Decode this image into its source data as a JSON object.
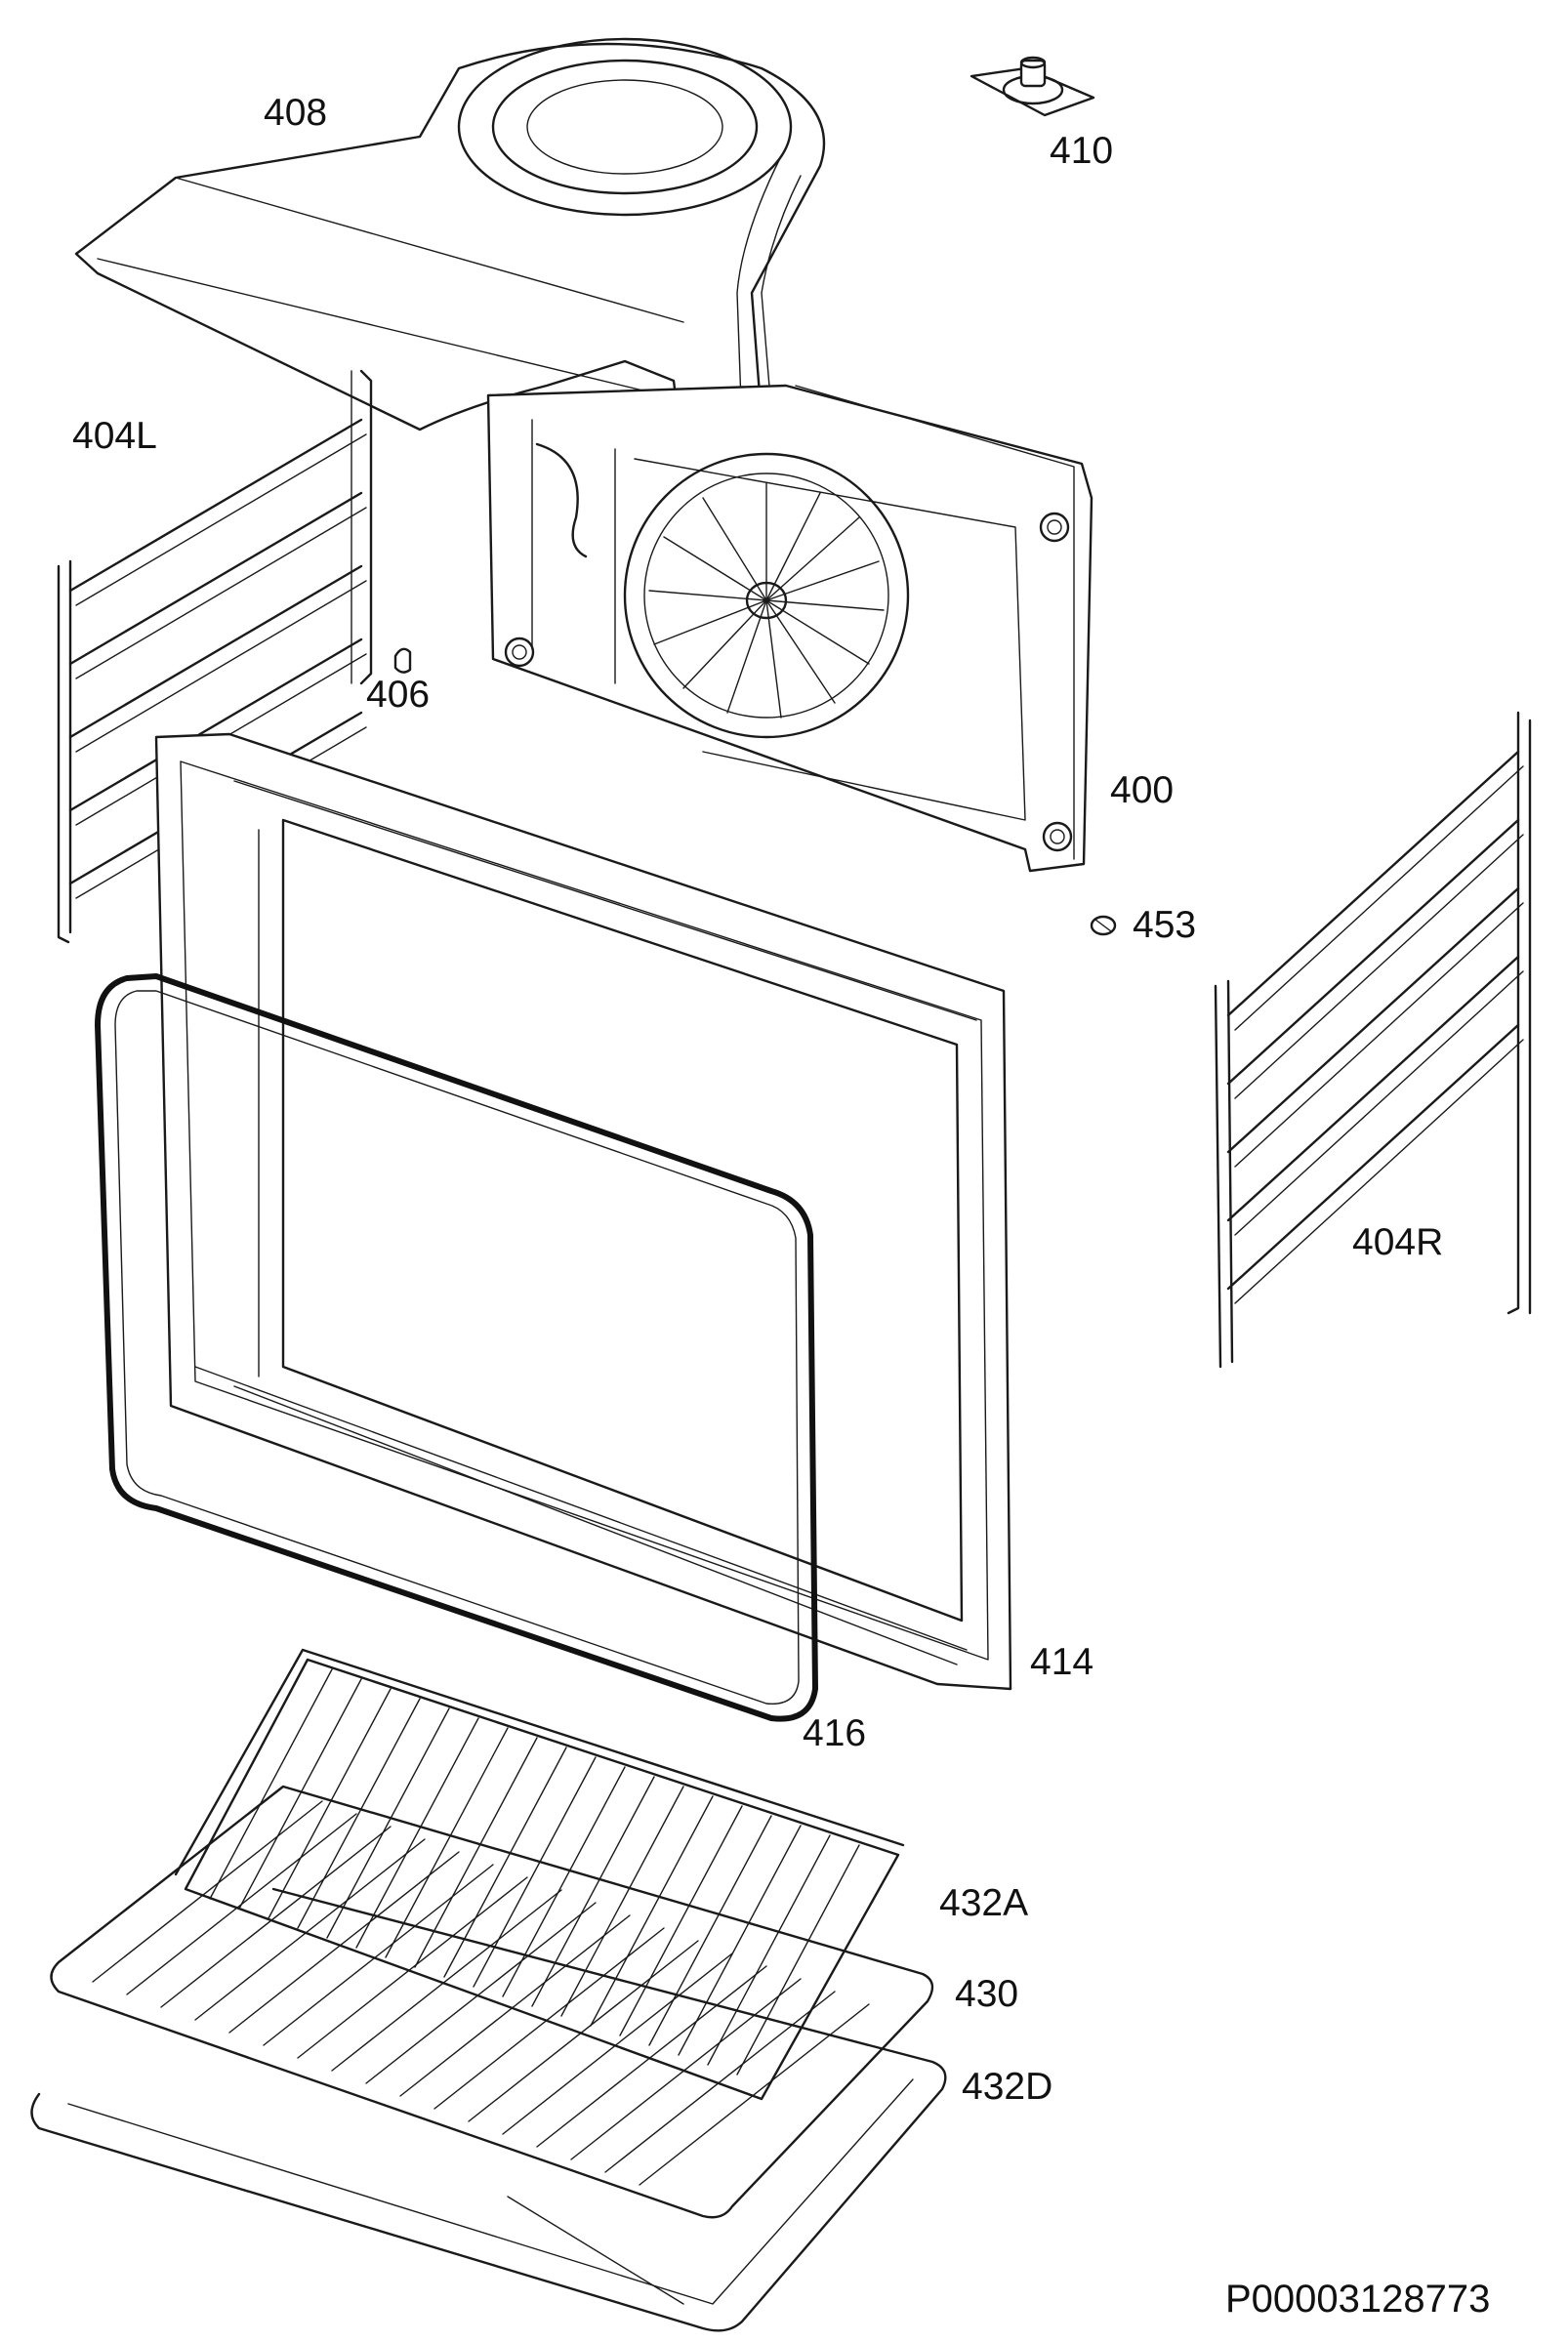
{
  "parts": [
    {
      "id": "408",
      "label": "408",
      "name": "fan-cover-shroud"
    },
    {
      "id": "410",
      "label": "410",
      "name": "lamp-holder"
    },
    {
      "id": "404L",
      "label": "404L",
      "name": "left-shelf-support"
    },
    {
      "id": "406",
      "label": "406",
      "name": "clip"
    },
    {
      "id": "400",
      "label": "400",
      "name": "back-panel-fan-cover"
    },
    {
      "id": "453",
      "label": "453",
      "name": "screw"
    },
    {
      "id": "404R",
      "label": "404R",
      "name": "right-shelf-support"
    },
    {
      "id": "414",
      "label": "414",
      "name": "oven-front-frame"
    },
    {
      "id": "416",
      "label": "416",
      "name": "door-seal-gasket"
    },
    {
      "id": "432A",
      "label": "432A",
      "name": "wire-shelf"
    },
    {
      "id": "430",
      "label": "430",
      "name": "grill-rack"
    },
    {
      "id": "432D",
      "label": "432D",
      "name": "baking-tray"
    }
  ],
  "document_number": "P00003128773",
  "colors": {
    "line": "#1a1a1a",
    "background": "#ffffff"
  }
}
